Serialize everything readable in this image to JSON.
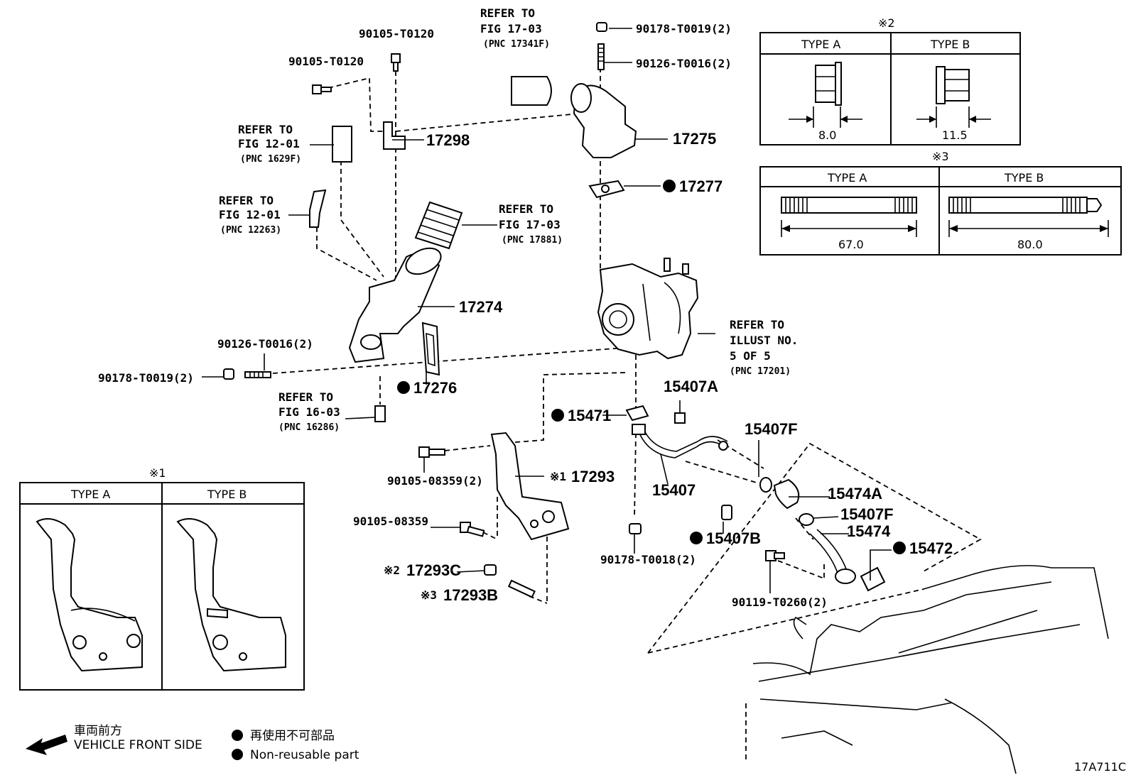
{
  "labels": {
    "ref_fig1703_a": [
      "REFER TO",
      "FIG 17-03",
      "(PNC 17341F)"
    ],
    "ref_fig1201_a": [
      "REFER TO",
      "FIG 12-01",
      "(PNC 1629F)"
    ],
    "ref_fig1201_b": [
      "REFER TO",
      "FIG 12-01",
      "(PNC 12263)"
    ],
    "ref_fig1703_b": [
      "REFER TO",
      "FIG 17-03",
      "(PNC 17881)"
    ],
    "ref_fig1603": [
      "REFER TO",
      "FIG 16-03",
      "(PNC 16286)"
    ],
    "ref_illust": [
      "REFER TO",
      "ILLUST NO.",
      "5 OF 5",
      "(PNC 17201)"
    ],
    "p_90105_t0120_top": "90105-T0120",
    "p_90105_t0120_left": "90105-T0120",
    "p_90178_t0019_top": "90178-T0019(2)",
    "p_90126_t0016_top": "90126-T0016(2)",
    "p_17298": "17298",
    "p_17275": "17275",
    "p_17277": "17277",
    "p_17274": "17274",
    "p_90126_t0016_left": "90126-T0016(2)",
    "p_90178_t0019_left": "90178-T0019(2)",
    "p_17276": "17276",
    "p_15407a": "15407A",
    "p_15471": "15471",
    "p_15407f_top": "15407F",
    "p_17293_mark": "※1",
    "p_17293": "17293",
    "p_90105_08359_2": "90105-08359(2)",
    "p_15407": "15407",
    "p_15474a": "15474A",
    "p_15407f": "15407F",
    "p_90105_08359": "90105-08359",
    "p_15474": "15474",
    "p_15407b": "15407B",
    "p_15472": "15472",
    "p_90178_t0018": "90178-T0018(2)",
    "p_17293c_mark": "※2",
    "p_17293c": "17293C",
    "p_90119_t0260": "90119-T0260(2)",
    "p_17293b_mark": "※3",
    "p_17293b": "17293B"
  },
  "box2": {
    "mark": "※2",
    "type_a": "TYPE A",
    "type_b": "TYPE B",
    "dim_a": "8.0",
    "dim_b": "11.5"
  },
  "box3": {
    "mark": "※3",
    "type_a": "TYPE A",
    "type_b": "TYPE B",
    "dim_a": "67.0",
    "dim_b": "80.0"
  },
  "box1": {
    "mark": "※1",
    "type_a": "TYPE A",
    "type_b": "TYPE B"
  },
  "legend": {
    "front_jp": "車両前方",
    "front_en": "VEHICLE FRONT SIDE",
    "nonreuse_jp": "再使用不可部品",
    "nonreuse_en": "Non-reusable part"
  },
  "figure_id": "17A711C"
}
